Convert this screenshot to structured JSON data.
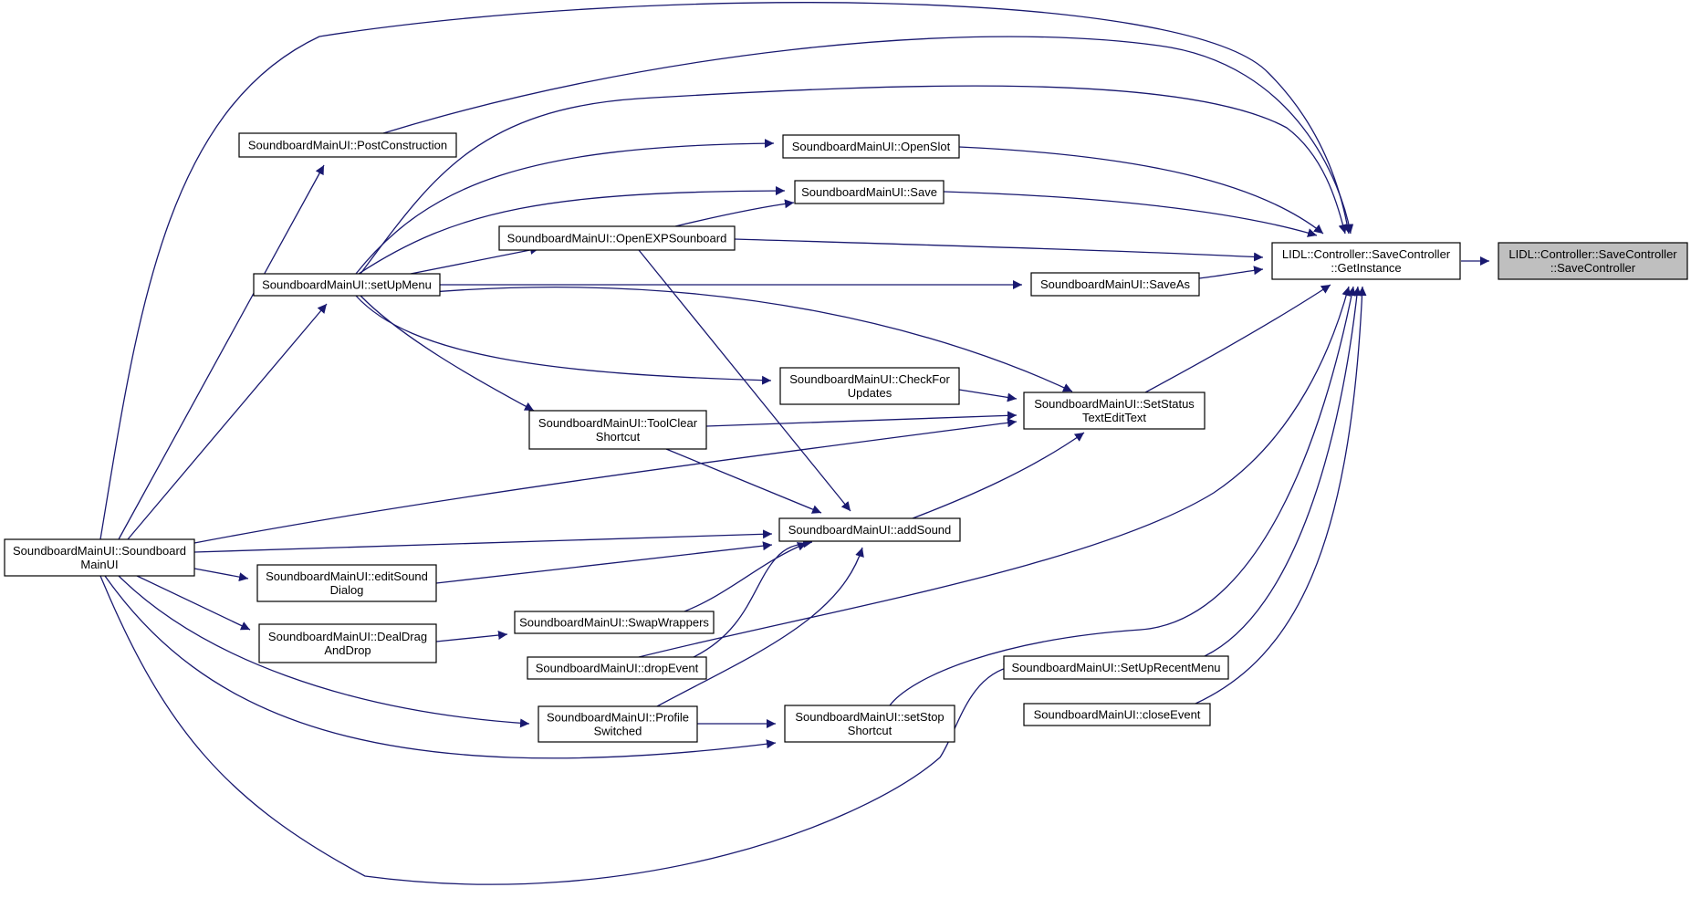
{
  "graph": {
    "colors": {
      "edge": "#191970",
      "node_border": "#000000",
      "node_fill": "#ffffff",
      "current_node_fill": "#bfbfbf",
      "background": "#ffffff"
    },
    "nodes": {
      "save_controller_ctor": {
        "lines": [
          "LIDL::Controller::SaveController",
          "::SaveController"
        ],
        "current": true
      },
      "get_instance": {
        "lines": [
          "LIDL::Controller::SaveController",
          "::GetInstance"
        ]
      },
      "post_construction": {
        "lines": [
          "SoundboardMainUI::PostConstruction"
        ]
      },
      "open_slot": {
        "lines": [
          "SoundboardMainUI::OpenSlot"
        ]
      },
      "save": {
        "lines": [
          "SoundboardMainUI::Save"
        ]
      },
      "open_exp_sounboard": {
        "lines": [
          "SoundboardMainUI::OpenEXPSounboard"
        ]
      },
      "set_up_menu": {
        "lines": [
          "SoundboardMainUI::setUpMenu"
        ]
      },
      "save_as": {
        "lines": [
          "SoundboardMainUI::SaveAs"
        ]
      },
      "check_for_updates": {
        "lines": [
          "SoundboardMainUI::CheckFor",
          "Updates"
        ]
      },
      "set_status_text": {
        "lines": [
          "SoundboardMainUI::SetStatus",
          "TextEditText"
        ]
      },
      "tool_clear_shortcut": {
        "lines": [
          "SoundboardMainUI::ToolClear",
          "Shortcut"
        ]
      },
      "add_sound": {
        "lines": [
          "SoundboardMainUI::addSound"
        ]
      },
      "soundboard_main_ui": {
        "lines": [
          "SoundboardMainUI::Soundboard",
          "MainUI"
        ]
      },
      "edit_sound_dialog": {
        "lines": [
          "SoundboardMainUI::editSound",
          "Dialog"
        ]
      },
      "swap_wrappers": {
        "lines": [
          "SoundboardMainUI::SwapWrappers"
        ]
      },
      "deal_drag_and_drop": {
        "lines": [
          "SoundboardMainUI::DealDrag",
          "AndDrop"
        ]
      },
      "drop_event": {
        "lines": [
          "SoundboardMainUI::dropEvent"
        ]
      },
      "set_up_recent_menu": {
        "lines": [
          "SoundboardMainUI::SetUpRecentMenu"
        ]
      },
      "close_event": {
        "lines": [
          "SoundboardMainUI::closeEvent"
        ]
      },
      "profile_switched": {
        "lines": [
          "SoundboardMainUI::Profile",
          "Switched"
        ]
      },
      "set_stop_shortcut": {
        "lines": [
          "SoundboardMainUI::setStop",
          "Shortcut"
        ]
      }
    },
    "edges": [
      {
        "from": "get_instance",
        "to": "save_controller_ctor"
      },
      {
        "from": "post_construction",
        "to": "get_instance"
      },
      {
        "from": "soundboard_main_ui",
        "to": "get_instance"
      },
      {
        "from": "set_up_menu",
        "to": "get_instance"
      },
      {
        "from": "open_slot",
        "to": "get_instance"
      },
      {
        "from": "save",
        "to": "get_instance"
      },
      {
        "from": "open_exp_sounboard",
        "to": "get_instance"
      },
      {
        "from": "save_as",
        "to": "get_instance"
      },
      {
        "from": "set_status_text",
        "to": "get_instance"
      },
      {
        "from": "drop_event",
        "to": "get_instance"
      },
      {
        "from": "set_stop_shortcut",
        "to": "get_instance"
      },
      {
        "from": "set_up_recent_menu",
        "to": "get_instance"
      },
      {
        "from": "close_event",
        "to": "get_instance"
      },
      {
        "from": "soundboard_main_ui",
        "to": "post_construction"
      },
      {
        "from": "soundboard_main_ui",
        "to": "set_up_menu"
      },
      {
        "from": "set_up_menu",
        "to": "open_slot"
      },
      {
        "from": "set_up_menu",
        "to": "save"
      },
      {
        "from": "open_exp_sounboard",
        "to": "save"
      },
      {
        "from": "set_up_menu",
        "to": "open_exp_sounboard"
      },
      {
        "from": "set_up_menu",
        "to": "save_as"
      },
      {
        "from": "set_up_menu",
        "to": "check_for_updates"
      },
      {
        "from": "set_up_menu",
        "to": "set_status_text"
      },
      {
        "from": "set_up_menu",
        "to": "tool_clear_shortcut"
      },
      {
        "from": "check_for_updates",
        "to": "set_status_text"
      },
      {
        "from": "tool_clear_shortcut",
        "to": "set_status_text"
      },
      {
        "from": "soundboard_main_ui",
        "to": "set_status_text"
      },
      {
        "from": "add_sound",
        "to": "set_status_text"
      },
      {
        "from": "open_exp_sounboard",
        "to": "add_sound"
      },
      {
        "from": "tool_clear_shortcut",
        "to": "add_sound"
      },
      {
        "from": "soundboard_main_ui",
        "to": "add_sound"
      },
      {
        "from": "edit_sound_dialog",
        "to": "add_sound"
      },
      {
        "from": "swap_wrappers",
        "to": "add_sound"
      },
      {
        "from": "drop_event",
        "to": "add_sound"
      },
      {
        "from": "profile_switched",
        "to": "add_sound"
      },
      {
        "from": "soundboard_main_ui",
        "to": "edit_sound_dialog"
      },
      {
        "from": "soundboard_main_ui",
        "to": "deal_drag_and_drop"
      },
      {
        "from": "deal_drag_and_drop",
        "to": "swap_wrappers"
      },
      {
        "from": "soundboard_main_ui",
        "to": "profile_switched"
      },
      {
        "from": "profile_switched",
        "to": "set_stop_shortcut"
      },
      {
        "from": "soundboard_main_ui",
        "to": "set_stop_shortcut"
      },
      {
        "from": "soundboard_main_ui",
        "to": "set_up_recent_menu"
      }
    ]
  }
}
